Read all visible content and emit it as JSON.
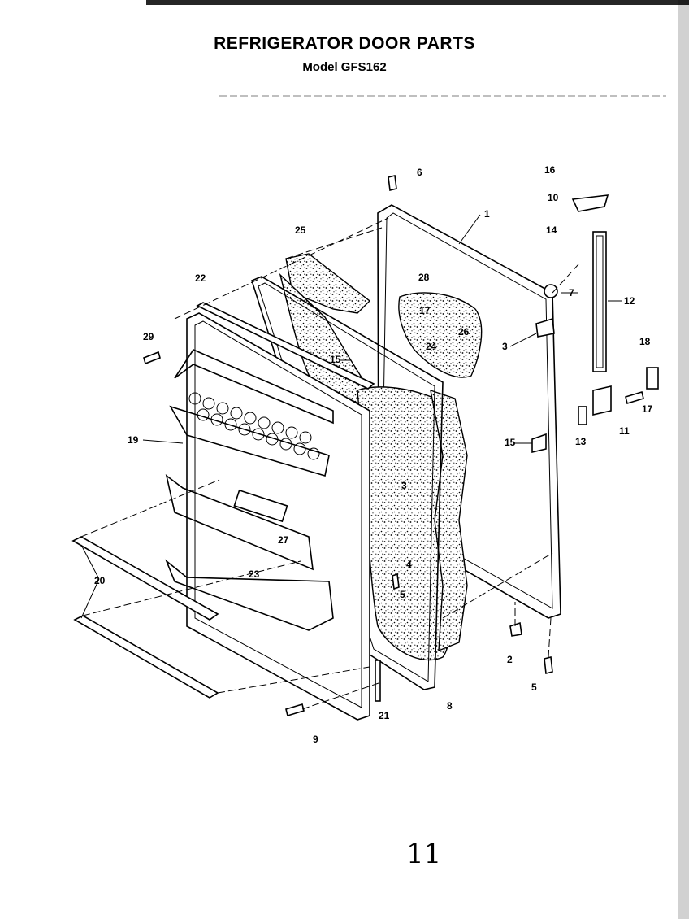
{
  "title": "REFRIGERATOR DOOR PARTS",
  "subtitle": "Model GFS162",
  "page_number": "11",
  "callouts": [
    "1",
    "2",
    "3",
    "3",
    "4",
    "5",
    "5",
    "6",
    "7",
    "8",
    "9",
    "10",
    "11",
    "12",
    "13",
    "14",
    "15",
    "15",
    "16",
    "17",
    "17",
    "18",
    "19",
    "20",
    "21",
    "22",
    "23",
    "24",
    "25",
    "26",
    "27",
    "28",
    "29"
  ]
}
